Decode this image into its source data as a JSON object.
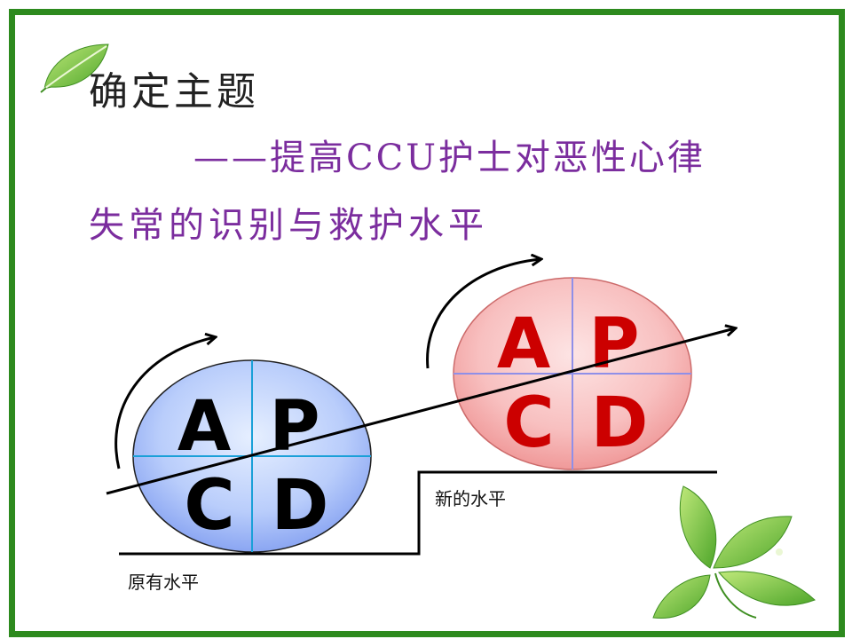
{
  "slide": {
    "title": "确定主题",
    "subtitle_line1": "——提高CCU护士对恶性心律",
    "subtitle_line2": "失常的识别与救护水平"
  },
  "diagram": {
    "old_level_label": "原有水平",
    "new_level_label": "新的水平",
    "cycle_old": {
      "A": "A",
      "P": "P",
      "C": "C",
      "D": "D"
    },
    "cycle_new": {
      "A": "A",
      "P": "P",
      "C": "C",
      "D": "D"
    }
  },
  "colors": {
    "frame_green": "#2d8a1e",
    "title_text": "#222222",
    "subtitle_purple": "#7b2d9e",
    "old_cycle_letters": "#000000",
    "new_cycle_letters": "#cc0000"
  }
}
